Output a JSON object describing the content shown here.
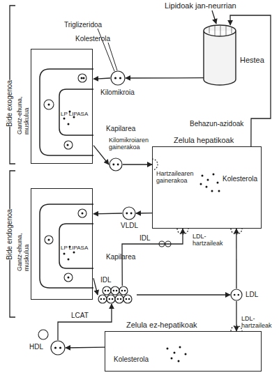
{
  "diagram": {
    "nodes": [
      {
        "text": [
          "Hestea"
        ]
      },
      {
        "text": [
          "Kilomikroia"
        ]
      },
      {
        "text": [
          "Gantz-ehuna, muskulua"
        ]
      },
      {
        "text": [
          "LP LIPASA",
          "Kapilarea"
        ],
        "in": 2
      },
      {
        "text": [
          "Kilomikroiaren gainerakoa"
        ]
      },
      {
        "text": [
          "Zelula hepatikoak",
          "Kolesterola"
        ]
      },
      {
        "text": [
          "Gantz-ehuna, muskulua"
        ]
      },
      {
        "text": [
          "LP LIPASA",
          "Kapilarea"
        ],
        "in": 6
      },
      {
        "text": [
          "VLDL"
        ]
      },
      {
        "text": [
          "IDL"
        ]
      },
      {
        "text": [
          "LDL"
        ]
      },
      {
        "text": [
          "HDL"
        ]
      },
      {
        "text": [
          "Zelula ez-hepatikoak",
          "Kolesterola"
        ]
      }
    ],
    "edges": [
      {
        "from": 0,
        "to": 1,
        "arrow": "to"
      },
      {
        "from": 1,
        "to": 3,
        "arrow": "to"
      },
      {
        "from": 3,
        "to": 4,
        "arrow": "to"
      },
      {
        "from": 4,
        "to": 5,
        "arrow": "to"
      },
      {
        "from": 5,
        "to": 0,
        "label": "Behazun-azidoak",
        "arrow": "to"
      },
      {
        "from": 5,
        "to": 8,
        "arrow": "to"
      },
      {
        "from": 8,
        "to": 7,
        "arrow": "to"
      },
      {
        "from": 7,
        "to": 9,
        "arrow": "to"
      },
      {
        "from": 9,
        "to": 5,
        "label": "IDL",
        "arrow": "to"
      },
      {
        "from": 9,
        "to": 10,
        "arrow": "to"
      },
      {
        "from": 10,
        "to": 5,
        "arrow": "to"
      },
      {
        "from": 10,
        "to": 12,
        "arrow": "to"
      },
      {
        "from": 12,
        "to": 11,
        "arrow": "to"
      },
      {
        "from": 11,
        "to": 9,
        "label": "LCAT",
        "arrow": "to"
      }
    ],
    "labels": [
      "Lipidoak jan-neurrian",
      "Triglizeridoa",
      "Kolesterola",
      "Hartzailearen gainerakoa",
      "LDL-hartzaileak",
      "LDL-hartzaileak",
      "Bide exogenoa",
      "Bide endogenoa"
    ]
  }
}
